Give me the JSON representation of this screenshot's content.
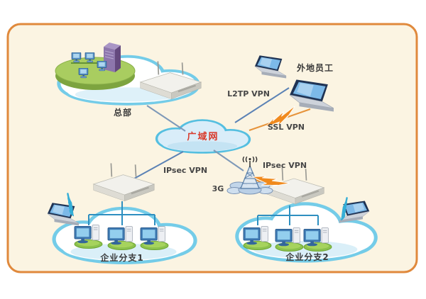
{
  "diagram": {
    "type": "vpn-network-topology",
    "background_color": "#fbf4e2",
    "border_color": "#e0893c",
    "nodes": {
      "headquarters": {
        "label": "总部"
      },
      "wan": {
        "label": "广域网",
        "label_color": "#d93a2b"
      },
      "remote_employees": {
        "label": "外地员工"
      },
      "mobile_tower": {
        "label": "3G",
        "signal_symbol": "((•))"
      },
      "branch1": {
        "label": "企业分支1"
      },
      "branch2": {
        "label": "企业分支2"
      }
    },
    "links": {
      "l2tp": {
        "label": "L2TP VPN",
        "color": "#5b82b5"
      },
      "ssl": {
        "label": "SSL VPN",
        "color": "#e6933a"
      },
      "ipsec_branch1": {
        "label": "IPsec VPN",
        "color": "#5b82b5"
      },
      "ipsec_branch2": {
        "label": "IPsec VPN",
        "color": "#e6933a"
      }
    }
  }
}
